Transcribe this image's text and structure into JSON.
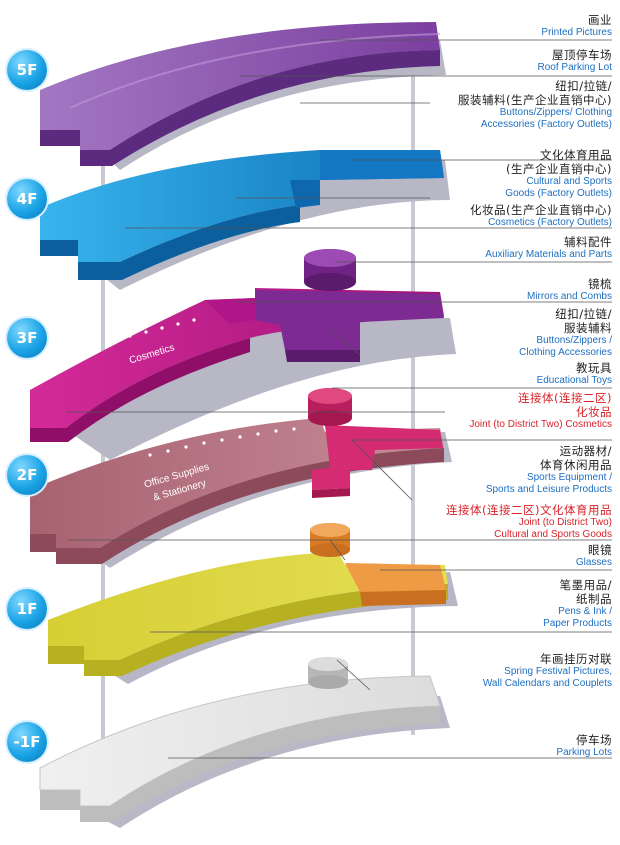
{
  "floors": {
    "f5": "5F",
    "f4": "4F",
    "f3": "3F",
    "f2": "2F",
    "f1": "1F",
    "fm1": "-1F"
  },
  "plate_text": {
    "cosmetics": "Cosmetics",
    "office_l1": "Office Supplies",
    "office_l2": "& Stationery"
  },
  "labels": [
    {
      "cn": "画业",
      "en": "Printed Pictures"
    },
    {
      "cn": "屋顶停车场",
      "en": "Roof Parking Lot"
    },
    {
      "cn": "纽扣/拉链/",
      "cn2": "服装辅料(生产企业直销中心)",
      "en": "Buttons/Zippers/ Clothing",
      "en2": "Accessories (Factory Outlets)"
    },
    {
      "cn": "文化体育用品",
      "cn2": "(生产企业直销中心)",
      "en": "Cultural and Sports",
      "en2": "Goods (Factory Outlets)"
    },
    {
      "cn": "化妆品(生产企业直销中心)",
      "en": "Cosmetics (Factory Outlets)"
    },
    {
      "cn": "辅料配件",
      "en": "Auxiliary Materials and Parts"
    },
    {
      "cn": "镜梳",
      "en": "Mirrors and Combs"
    },
    {
      "cn": "纽扣/拉链/",
      "cn2": "服装辅料",
      "en": "Buttons/Zippers /",
      "en2": "Clothing Accessories"
    },
    {
      "cn": "教玩具",
      "en": "Educational Toys"
    },
    {
      "cn": "连接体(连接二区)",
      "cn2": "化妆品",
      "en": "Joint (to District Two) Cosmetics"
    },
    {
      "cn": "运动器材/",
      "cn2": "体育休闲用品",
      "en": "Sports Equipment /",
      "en2": "Sports and Leisure Products"
    },
    {
      "cn": "连接体(连接二区)文化体育用品",
      "en": "Joint (to District Two)",
      "en2": "Cultural and Sports Goods"
    },
    {
      "cn": "眼镜",
      "en": "Glasses"
    },
    {
      "cn": "笔墨用品/",
      "cn2": "纸制品",
      "en": "Pens & Ink /",
      "en2": "Paper Products"
    },
    {
      "cn": "年画挂历对联",
      "en": "Spring Festival Pictures,",
      "en2": "Wall Calendars and Couplets"
    },
    {
      "cn": "停车场",
      "en": "Parking Lots"
    }
  ],
  "colors": {
    "f5": "#8e55b0",
    "f4": "#1b9fe0",
    "f3": "#c81d8c",
    "f3b": "#7a2790",
    "f2": "#b06e7e",
    "f2b": "#c8206a",
    "f1": "#d9d23a",
    "f1b": "#e8923a",
    "fm1": "#e4e4e4",
    "base": "#b9b9c9"
  }
}
